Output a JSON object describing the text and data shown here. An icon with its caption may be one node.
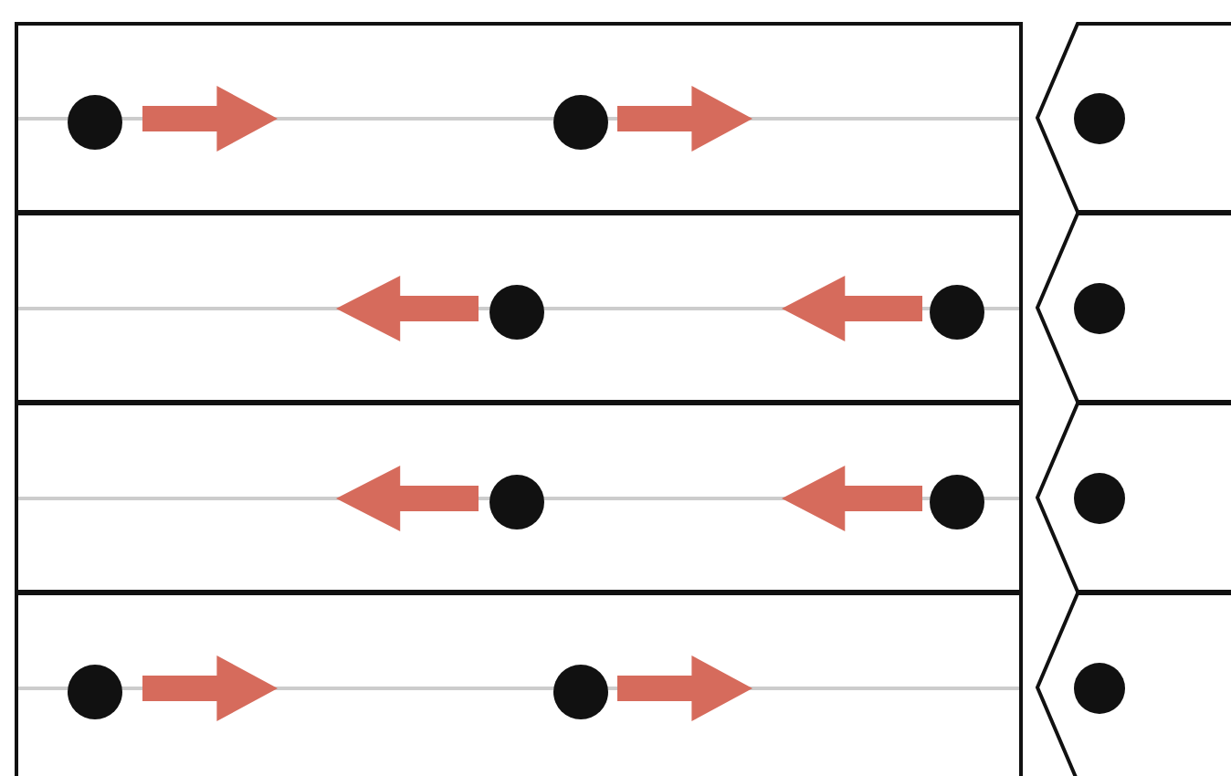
{
  "diagram": {
    "nodes": [
      {
        "text": [],
        "shape": "box"
      },
      {
        "text": [],
        "shape": "circle",
        "in": 0
      },
      {
        "text": [],
        "shape": "circle",
        "in": 0
      },
      {
        "text": [],
        "shape": "tag"
      },
      {
        "text": [],
        "shape": "circle",
        "in": 3
      },
      {
        "text": [],
        "shape": "box"
      },
      {
        "text": [],
        "shape": "circle",
        "in": 5
      },
      {
        "text": [],
        "shape": "circle",
        "in": 5
      },
      {
        "text": [],
        "shape": "tag"
      },
      {
        "text": [],
        "shape": "circle",
        "in": 8
      },
      {
        "text": [],
        "shape": "box"
      },
      {
        "text": [],
        "shape": "circle",
        "in": 10
      },
      {
        "text": [],
        "shape": "circle",
        "in": 10
      },
      {
        "text": [],
        "shape": "tag"
      },
      {
        "text": [],
        "shape": "circle",
        "in": 13
      },
      {
        "text": [],
        "shape": "box"
      },
      {
        "text": [],
        "shape": "circle",
        "in": 15
      },
      {
        "text": [],
        "shape": "circle",
        "in": 15
      },
      {
        "text": [],
        "shape": "tag"
      },
      {
        "text": [],
        "shape": "circle",
        "in": 18
      }
    ]
  }
}
